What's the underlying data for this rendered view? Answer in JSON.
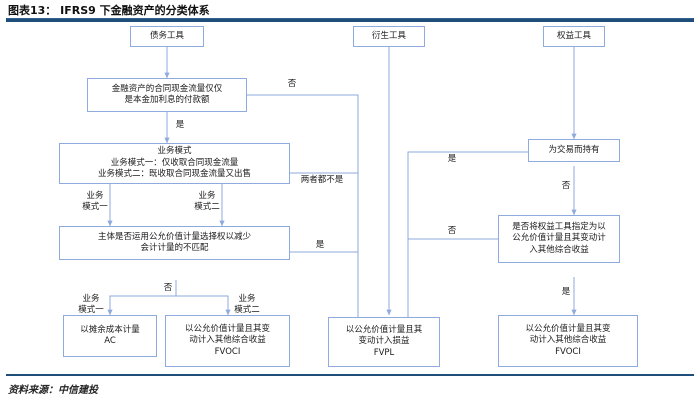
{
  "header": {
    "title": "图表13： IFRS9 下金融资产的分类体系",
    "rule_color": "#1f4e79"
  },
  "footer": {
    "source": "资料来源：中信建投"
  },
  "theme": {
    "box_border": "#8faadc",
    "wire": "#8faadc",
    "background": "#ffffff",
    "text": "#1a1a1a"
  },
  "diagram": {
    "type": "flowchart",
    "nodes": [
      {
        "id": "debt",
        "label": "债务工具"
      },
      {
        "id": "derivative",
        "label": "衍生工具"
      },
      {
        "id": "equity",
        "label": "权益工具"
      },
      {
        "id": "sppi",
        "line1": "金融资产的合同现金流量仅仅",
        "line2": "是本金加利息的付款额"
      },
      {
        "id": "bizmodel",
        "line1": "业务模式",
        "line2": "业务模式一：仅收取合同现金流量",
        "line3": "业务模式二：既收取合同现金流量又出售"
      },
      {
        "id": "fvoption",
        "line1": "主体是否运用公允价值计量选择权以减少",
        "line2": "会计计量的不匹配"
      },
      {
        "id": "heldtrade",
        "label": "为交易而持有"
      },
      {
        "id": "designate",
        "line1": "是否将权益工具指定为以",
        "line2": "公允价值计量且其变动计",
        "line3": "入其他综合收益"
      },
      {
        "id": "ac",
        "line1": "以摊余成本计量",
        "code": "AC"
      },
      {
        "id": "fvoci_debt",
        "line1": "以公允价值计量且其变",
        "line2": "动计入其他综合收益",
        "code": "FVOCI"
      },
      {
        "id": "fvpl",
        "line1": "以公允价值计量且其",
        "line2": "变动计入损益",
        "code": "FVPL"
      },
      {
        "id": "fvoci_eq",
        "line1": "以公允价值计量且其变",
        "line2": "动计入其他综合收益",
        "code": "FVOCI"
      }
    ],
    "edge_labels": [
      {
        "id": "sppi-no",
        "text": "否"
      },
      {
        "id": "sppi-yes",
        "text": "是"
      },
      {
        "id": "bizmodel-none",
        "text": "两者都不是"
      },
      {
        "id": "bizmodel-one",
        "line1": "业务",
        "line2": "模式一"
      },
      {
        "id": "bizmodel-two",
        "line1": "业务",
        "line2": "模式二"
      },
      {
        "id": "fvoption-yes",
        "text": "是"
      },
      {
        "id": "fvoption-no",
        "text": "否"
      },
      {
        "id": "fvoption-one",
        "line1": "业务",
        "line2": "模式一"
      },
      {
        "id": "fvoption-two",
        "line1": "业务",
        "line2": "模式二"
      },
      {
        "id": "heldtrade-yes",
        "text": "是"
      },
      {
        "id": "heldtrade-no",
        "text": "否"
      },
      {
        "id": "designate-no",
        "text": "否"
      },
      {
        "id": "designate-yes",
        "text": "是"
      }
    ]
  }
}
